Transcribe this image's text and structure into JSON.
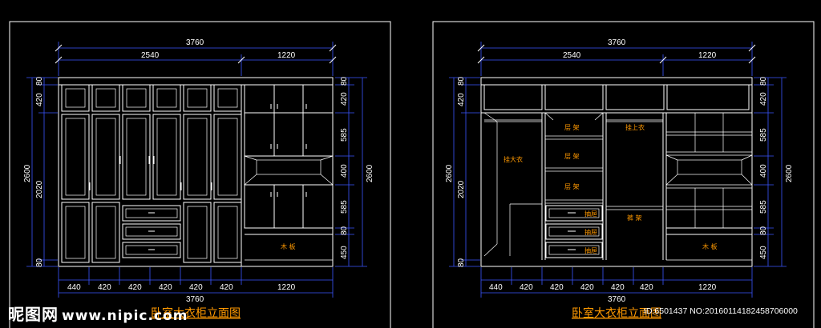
{
  "colors": {
    "background": "#000000",
    "frame": "#ffffff",
    "dimension": "#3a55ff",
    "cabinet": "#ffffff",
    "label": "#ff9900",
    "title": "#ff9900"
  },
  "left_panel": {
    "title": "卧室大衣柜立面图",
    "top_total": "3760",
    "top_left": "2540",
    "top_right": "1220",
    "left_total": "2600",
    "left_inner": "2020",
    "left_top": "420",
    "left_80_top": "80",
    "left_80_bottom": "80",
    "right_dims": [
      "80",
      "420",
      "585",
      "400",
      "585",
      "80",
      "450"
    ],
    "right_total": "2600",
    "bottom_dims": [
      "440",
      "420",
      "420",
      "420",
      "420",
      "420"
    ],
    "bottom_right": "1220",
    "bottom_total": "3760",
    "labels": {
      "shelf": "木 板"
    }
  },
  "right_panel": {
    "title": "卧室大衣柜立面图",
    "top_total": "3760",
    "top_left": "2540",
    "top_right": "1220",
    "left_total": "2600",
    "left_inner": "2020",
    "left_top": "420",
    "left_80_top": "80",
    "left_80_bottom": "80",
    "right_dims": [
      "80",
      "420",
      "585",
      "400",
      "585",
      "80",
      "450"
    ],
    "right_total": "2600",
    "bottom_dims": [
      "440",
      "420",
      "420",
      "420",
      "420",
      "420"
    ],
    "bottom_right": "1220",
    "bottom_total": "3760",
    "labels": {
      "long_clothes": "挂大衣",
      "shelf1": "层 架",
      "shelf2": "层 架",
      "shelf3": "层 架",
      "hang_top": "挂上衣",
      "pants_rack": "裤 架",
      "drawer1": "抽屉",
      "drawer2": "抽屉",
      "drawer3": "抽屉",
      "shelf": "木 板"
    }
  },
  "watermark": {
    "logo": "昵图网",
    "url": "www.nipic.com",
    "id_text": "ID:6501437 NO:20160114182458706000"
  }
}
